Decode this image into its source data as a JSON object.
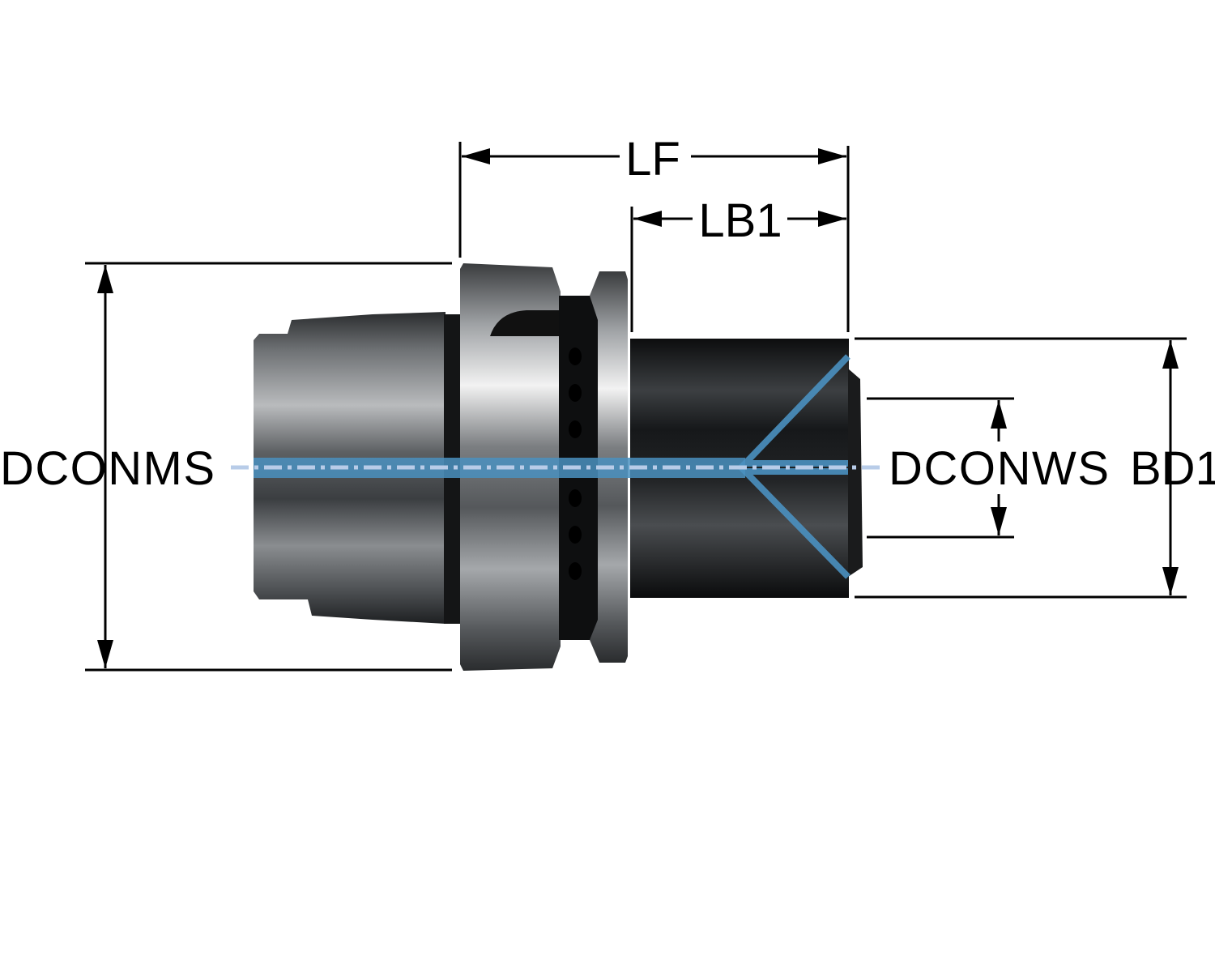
{
  "dimensions": {
    "lf": "LF",
    "lb1": "LB1",
    "dconms": "DCONMS",
    "dconws": "DCONWS",
    "bd1": "BD1"
  },
  "colors": {
    "axis_band": "#4a90c0",
    "centerline": "#b8cce8",
    "dimension": "#000000"
  }
}
